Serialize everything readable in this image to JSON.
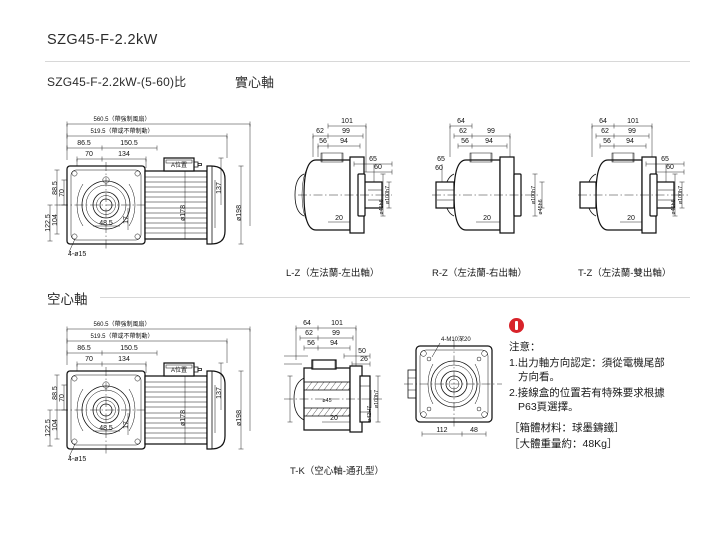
{
  "header": {
    "title": "SZG45-F-2.2kW",
    "model_ratio": "SZG45-F-2.2kW-(5-60)比",
    "shaft_type": "實心軸"
  },
  "section_hollow": {
    "heading": "空心軸"
  },
  "main_view": {
    "dim_560": "560.5（帶強制風扇）",
    "dim_519": "519.5（帶或不帶制動）",
    "dim_86_5": "86.5",
    "dim_150_5": "150.5",
    "dim_70": "70",
    "dim_134": "134",
    "dim_88_5": "88.5",
    "dim_70v": "70",
    "dim_122_5": "122.5",
    "dim_104": "104",
    "dim_48_5": "48.5",
    "dim_17": "17",
    "hole_note": "4-ø15",
    "terminal_label": "A位置",
    "dim_137": "137",
    "dia_178": "ø178",
    "dia_198": "ø198"
  },
  "view_lz": {
    "caption": "L-Z（左法蘭-左出軸）",
    "dims": [
      "101",
      "99",
      "94",
      "62",
      "56",
      "65",
      "60",
      "20"
    ],
    "dia_100": "ø100h7",
    "dia_45": "ø45h6"
  },
  "view_rz": {
    "caption": "R-Z（左法蘭-右出軸）",
    "dims": [
      "64",
      "62",
      "56",
      "99",
      "94",
      "65",
      "60",
      "20"
    ],
    "dia_100": "ø100h7",
    "dia_45": "ø45h6"
  },
  "view_tz": {
    "caption": "T-Z（左法蘭-雙出軸）",
    "dims": [
      "64",
      "101",
      "62",
      "99",
      "56",
      "94",
      "65",
      "60",
      "20"
    ],
    "dia_100": "ø100h7",
    "dia_45": "ø45h6"
  },
  "view_tk": {
    "caption": "T-K（空心軸-通孔型）",
    "dims": [
      "64",
      "101",
      "62",
      "99",
      "56",
      "94",
      "50",
      "26",
      "20"
    ],
    "dia_45": "ø45",
    "dia_100": "ø100h7",
    "dia_42": "ø42H7"
  },
  "view_flange": {
    "tap_note": "4-M10深20",
    "dim_112": "112",
    "dim_48": "48"
  },
  "notes": {
    "icon": "warning-exclamation-icon",
    "title": "注意：",
    "items": [
      {
        "lead": "1.出力軸方向認定：須從電機尾部",
        "cont": "方向看。"
      },
      {
        "lead": "2.接線盒的位置若有特殊要求根據",
        "cont": "P63頁選擇。"
      }
    ],
    "material": "［箱體材料：球墨鑄鐵］",
    "weight": "［大體重量約：48Kg］",
    "accent_color": "#d8232a"
  }
}
